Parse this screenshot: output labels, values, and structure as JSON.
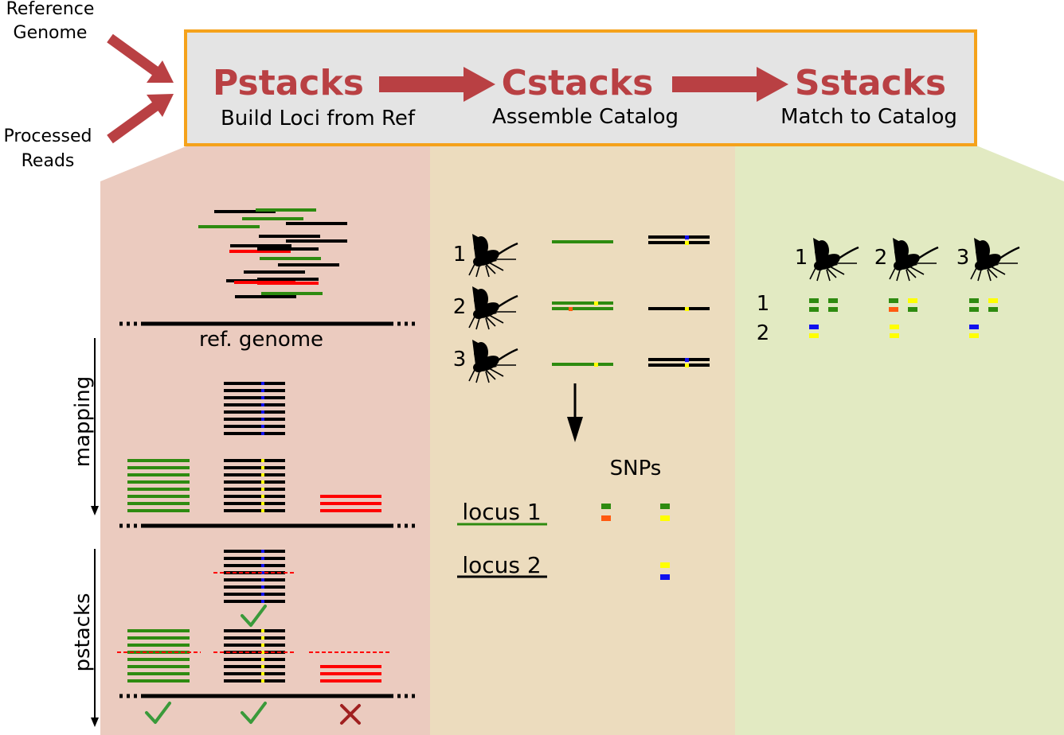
{
  "inputs": {
    "reference": [
      "Reference",
      "Genome"
    ],
    "processed": [
      "Processed",
      "Reads"
    ]
  },
  "pipeline": [
    {
      "name": "Pstacks",
      "subtitle": "Build Loci from Ref"
    },
    {
      "name": "Cstacks",
      "subtitle": "Assemble Catalog"
    },
    {
      "name": "Sstacks",
      "subtitle": "Match to Catalog"
    }
  ],
  "pstacks_panel": {
    "ref_genome_label": "ref. genome",
    "mapping_label": "mapping",
    "pstacks_label": "pstacks"
  },
  "cstacks_panel": {
    "sample_numbers": [
      "1",
      "2",
      "3"
    ],
    "snps_label": "SNPs",
    "locus_labels": [
      "locus 1",
      "locus 2"
    ]
  },
  "sstacks_panel": {
    "sample_numbers": [
      "1",
      "2",
      "3"
    ],
    "locus_numbers": [
      "1",
      "2"
    ]
  },
  "colors": {
    "accent_red": "#b94043",
    "box_border": "#f5a21b",
    "box_fill": "#e4e4e4",
    "pstacks_bg": "#ebcbbf",
    "cstacks_bg": "#ecdcbe",
    "sstacks_bg": "#e2eac2",
    "green": "#2e8b10",
    "red": "#ff0000",
    "blue": "#1010ee",
    "yellow": "#ffff00",
    "orange": "#ff5a10",
    "check_green": "#3a9a3a",
    "cross_red": "#a02020"
  },
  "icons": [
    "mosquito-icon",
    "check-icon",
    "cross-icon",
    "arrow-icon"
  ]
}
